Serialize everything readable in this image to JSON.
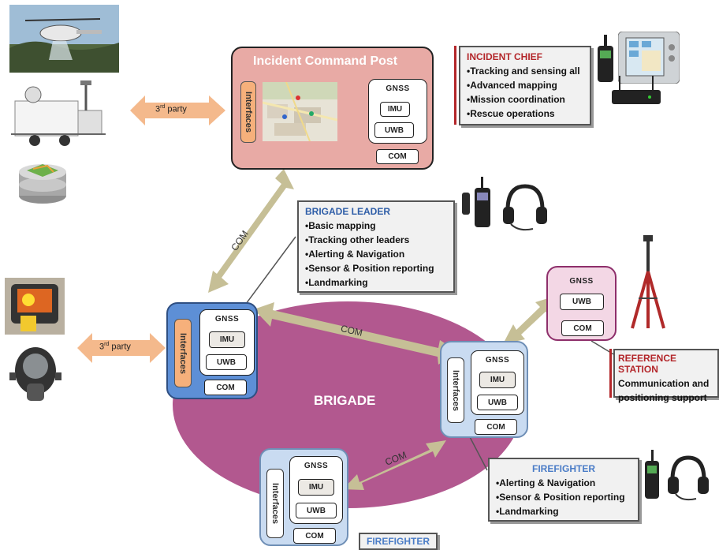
{
  "colors": {
    "brigade": "#b2588f",
    "com_arrow": "#c6bf96",
    "party_arrow": "#f4b98c",
    "incident_chief_title": "#b3262a",
    "brigade_leader_title": "#2f5ea8",
    "firefighter_title": "#4a7cc7",
    "reference_title": "#b3262a"
  },
  "incident_command_post": {
    "title": "Incident Command Post",
    "interfaces": "Interfaces",
    "gnss": "GNSS",
    "imu": "IMU",
    "uwb": "UWB",
    "com": "COM"
  },
  "incident_chief": {
    "title": "INCIDENT CHIEF",
    "items": [
      "Tracking and sensing all",
      "Advanced mapping",
      "Mission coordination",
      "Rescue operations"
    ]
  },
  "brigade_leader_info": {
    "title": "BRIGADE LEADER",
    "items": [
      "Basic mapping",
      "Tracking other leaders",
      "Alerting & Navigation",
      "Sensor & Position reporting",
      "Landmarking"
    ]
  },
  "brigade_leader_node": {
    "interfaces": "Interfaces",
    "gnss": "GNSS",
    "imu": "IMU",
    "uwb": "UWB",
    "com": "COM"
  },
  "firefighter_right_node": {
    "interfaces": "Interfaces",
    "gnss": "GNSS",
    "imu": "IMU",
    "uwb": "UWB",
    "com": "COM"
  },
  "firefighter_bottom_node": {
    "interfaces": "Interfaces",
    "gnss": "GNSS",
    "imu": "IMU",
    "uwb": "UWB",
    "com": "COM"
  },
  "reference_node": {
    "gnss": "GNSS",
    "uwb": "UWB",
    "com": "COM"
  },
  "reference_station": {
    "title": "REFERENCE STATION",
    "lines": [
      "Communication and",
      "positioning support"
    ]
  },
  "firefighter_info": {
    "title": "FIREFIGHTER",
    "items": [
      "Alerting & Navigation",
      "Sensor & Position reporting",
      "Landmarking"
    ]
  },
  "firefighter_bottom_label": "FIREFIGHTER",
  "brigade_label": "BRIGADE",
  "arrows": {
    "com_icp_bl": "COM",
    "com_bl_ff": "COM",
    "com_ff_ff": "COM",
    "party_top": {
      "main": "3",
      "sup": "rd",
      "rest": " party"
    },
    "party_left": {
      "main": "3",
      "sup": "rd",
      "rest": " party"
    }
  },
  "devices": [
    "helicopter-photo",
    "mobile-antenna-trailer",
    "database-icon",
    "tablet-device",
    "radio-handset",
    "router-device",
    "thermal-camera",
    "gas-mask",
    "headset",
    "tripod"
  ]
}
